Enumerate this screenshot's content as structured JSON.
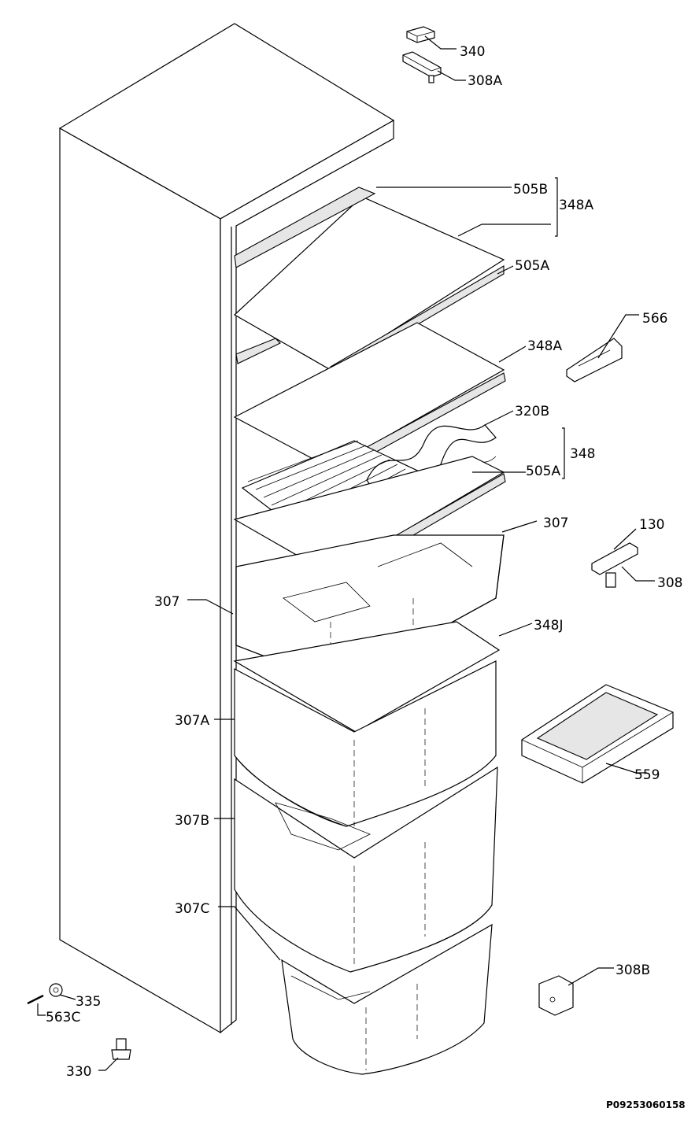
{
  "drawing": {
    "code": "P09253060158",
    "labels": {
      "l340": "340",
      "l308a": "308A",
      "l505b": "505B",
      "l348a_top": "348A",
      "l505a_1": "505A",
      "l566": "566",
      "l348a_2": "348A",
      "l320b": "320B",
      "l348": "348",
      "l505a_2": "505A",
      "l307_right": "307",
      "l130": "130",
      "l308": "308",
      "l307_left": "307",
      "l348j": "348J",
      "l307a": "307A",
      "l559": "559",
      "l307b": "307B",
      "l307c": "307C",
      "l308b": "308B",
      "l335": "335",
      "l563c": "563C",
      "l330": "330"
    }
  }
}
